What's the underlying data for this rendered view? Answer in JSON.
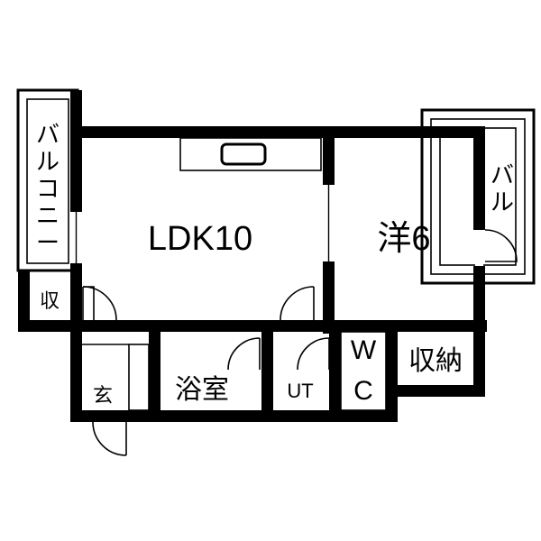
{
  "floor_plan": {
    "rooms": {
      "ldk": "LDK10",
      "western_room": "洋6",
      "bath": "浴室",
      "utility": "UT",
      "storage": "収納",
      "small_storage": "収",
      "entrance": "玄"
    },
    "balcony_left": [
      "バ",
      "ル",
      "コ",
      "ニ",
      "ー"
    ],
    "balcony_right": [
      "バ",
      "ル"
    ],
    "wc": [
      "W",
      "C"
    ]
  },
  "colors": {
    "wall": "#000000",
    "background": "#ffffff"
  }
}
